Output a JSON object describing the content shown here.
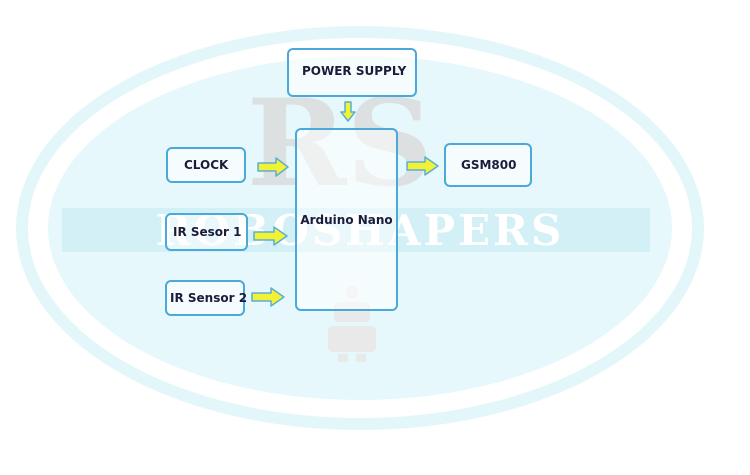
{
  "blocks": {
    "power_supply": "POWER SUPPLY",
    "clock": "CLOCK",
    "ir_sensor_1": "IR Sesor 1",
    "ir_sensor_2": "IR Sensor 2",
    "controller": "Arduino Nano",
    "gsm": "GSM800"
  },
  "watermark": {
    "monogram": "RS",
    "brand": "ROBOSHAPERS"
  },
  "colors": {
    "block_border": "#4aa8db",
    "block_text": "#1c1c3a",
    "arrow_fill": "#f2f235",
    "arrow_stroke": "#5aaed8",
    "watermark_tint": "#dff6fb"
  }
}
